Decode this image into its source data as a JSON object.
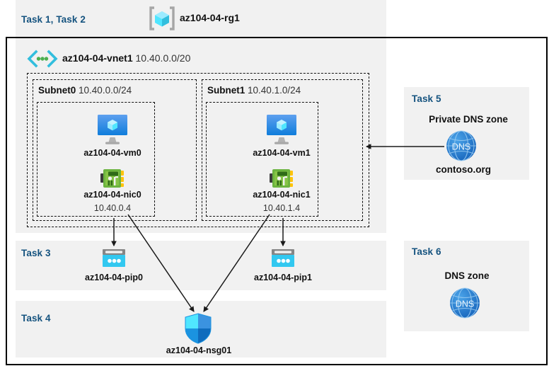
{
  "diagram": {
    "title_region": {
      "task_label": "Task 1, Task 2",
      "resource_group": "az104-04-rg1",
      "rg_icon": "resource-group-cube-icon"
    },
    "vnet": {
      "name": "az104-04-vnet1",
      "cidr": "10.40.0.0/20",
      "icon": "virtual-network-icon",
      "subnets": [
        {
          "name": "Subnet0",
          "cidr": "10.40.0.0/24",
          "vm": {
            "name": "az104-04-vm0",
            "icon": "virtual-machine-icon"
          },
          "nic": {
            "name": "az104-04-nic0",
            "ip": "10.40.0.4",
            "icon": "network-interface-icon"
          }
        },
        {
          "name": "Subnet1",
          "cidr": "10.40.1.0/24",
          "vm": {
            "name": "az104-04-vm1",
            "icon": "virtual-machine-icon"
          },
          "nic": {
            "name": "az104-04-nic1",
            "ip": "10.40.1.4",
            "icon": "network-interface-icon"
          }
        }
      ]
    },
    "task3": {
      "task_label": "Task 3",
      "public_ips": [
        {
          "name": "az104-04-pip0",
          "icon": "public-ip-address-icon"
        },
        {
          "name": "az104-04-pip1",
          "icon": "public-ip-address-icon"
        }
      ]
    },
    "task4": {
      "task_label": "Task 4",
      "nsg": {
        "name": "az104-04-nsg01",
        "icon": "network-security-group-shield-icon"
      }
    },
    "task5": {
      "task_label": "Task 5",
      "zone_type": "Private DNS zone",
      "zone_name": "contoso.org",
      "icon": "dns-globe-icon"
    },
    "task6": {
      "task_label": "Task 6",
      "zone_type": "DNS zone",
      "icon": "dns-globe-icon"
    },
    "colors": {
      "task_label": "#15537f",
      "panel_bg": "#f1f1f1",
      "page_bg": "#ffffff",
      "frame_border": "#000000",
      "azure_cyan": "#32c8f0",
      "azure_blue": "#1b93e0",
      "nic_green": "#6cb33f",
      "dns_blue": "#2f7fd1",
      "connector": "#1a1a1a"
    }
  }
}
